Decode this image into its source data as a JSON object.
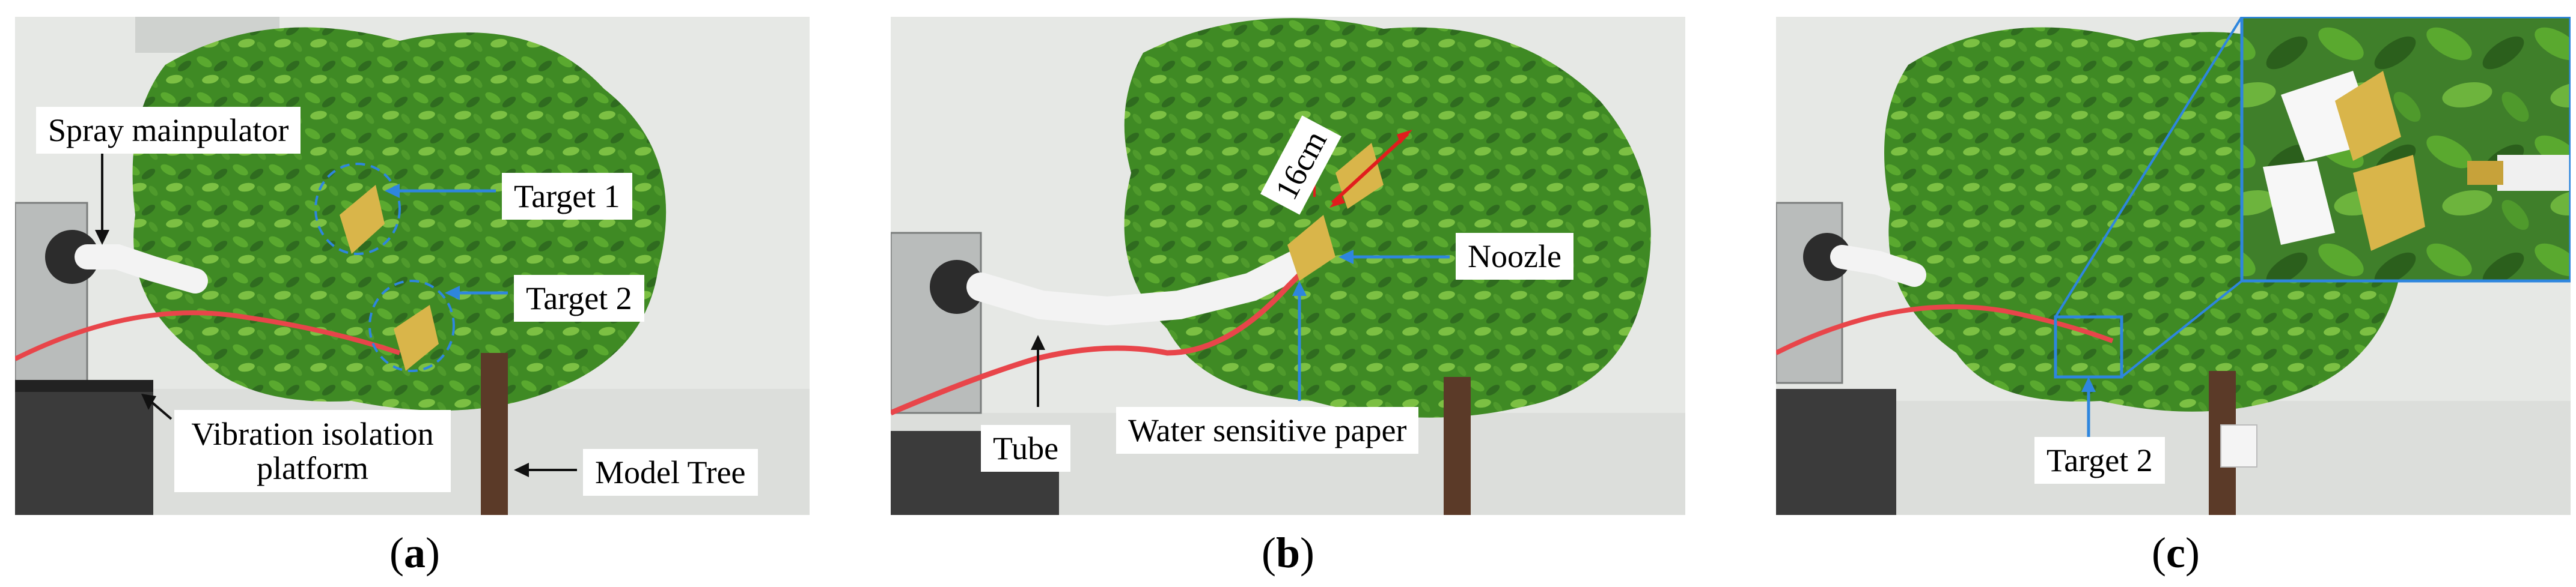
{
  "panels": {
    "a": {
      "caption_open": "(",
      "caption_letter": "a",
      "caption_close": ")",
      "labels": {
        "spray_manipulator": "Spray mainpulator",
        "target1": "Target 1",
        "target2": "Target 2",
        "vibration_platform": "Vibration isolation platform",
        "model_tree": "Model Tree"
      }
    },
    "b": {
      "caption_open": "(",
      "caption_letter": "b",
      "caption_close": ")",
      "labels": {
        "distance": "16cm",
        "nozzle": "Noozle",
        "tube": "Tube",
        "water_paper": "Water sensitive paper"
      }
    },
    "c": {
      "caption_open": "(",
      "caption_letter": "c",
      "caption_close": ")",
      "labels": {
        "target2": "Target 2"
      }
    }
  },
  "colors": {
    "arrow_blue": "#2e86de",
    "tube_red": "#e8454a",
    "dimension_red": "#e11d1d",
    "leaf_dark": "#2f6b1f",
    "leaf_mid": "#4f9a2c",
    "leaf_light": "#7cc043"
  }
}
